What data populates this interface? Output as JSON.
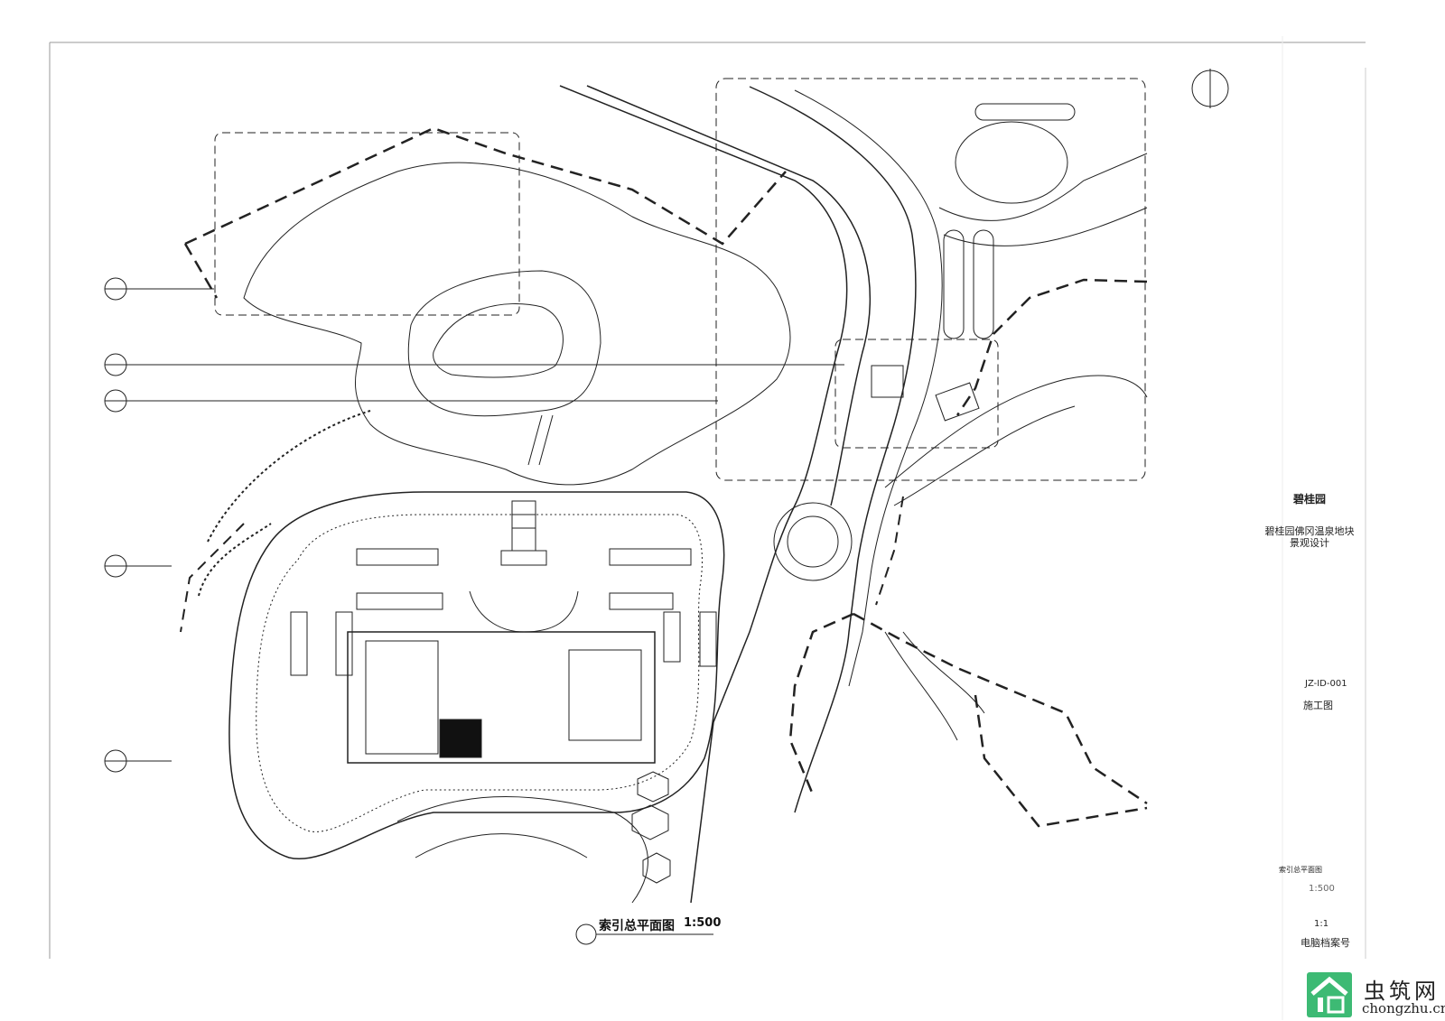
{
  "title_block": {
    "client": "碧桂园",
    "project_line1": "碧桂园佛冈温泉地块",
    "project_line2": "景观设计",
    "drawing_number": "JZ-ID-001",
    "stage": "施工图",
    "drawing_name": "索引总平面图",
    "scale": "1:500",
    "ratio": "1:1",
    "archive_label": "电脑档案号"
  },
  "drawing": {
    "title": "索引总平面图",
    "scale": "1:500"
  },
  "watermark": {
    "name": "虫筑网",
    "url": "chongzhu.cn",
    "color": "#3dba74"
  }
}
